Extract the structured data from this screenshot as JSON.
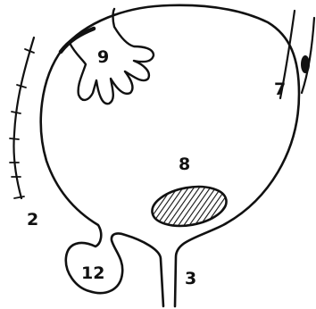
{
  "labels": {
    "l2": "2",
    "l3": "3",
    "l7": "7",
    "l8": "8",
    "l9": "9",
    "l12": "12"
  },
  "colors": {
    "ink": "#111111",
    "background": "#ffffff"
  }
}
